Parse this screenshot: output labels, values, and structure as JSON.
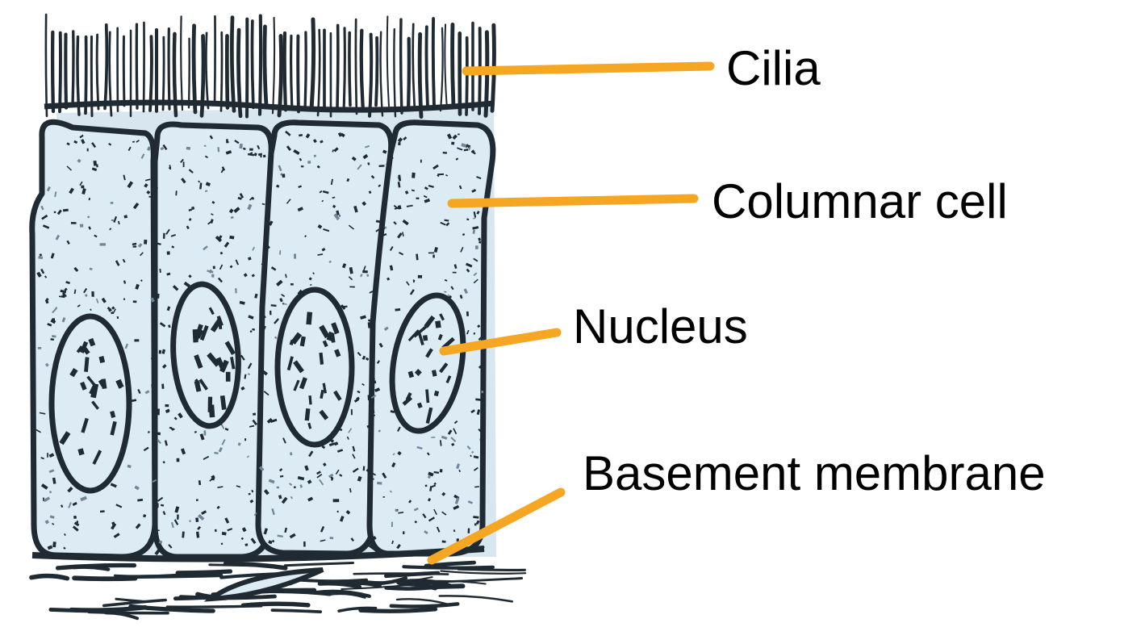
{
  "labels": {
    "cilia": "Cilia",
    "columnar_cell": "Columnar cell",
    "nucleus": "Nucleus",
    "basement_membrane": "Basement membrane"
  },
  "colors": {
    "cell_fill": "#dcebf4",
    "shadow_fill": "#c7dce9",
    "outline": "#1f2a33",
    "leader_line": "#f5a623",
    "text": "#000000"
  },
  "diagram": {
    "cell_count": 4,
    "icon": "ciliated-columnar-epithelium-illustration"
  }
}
